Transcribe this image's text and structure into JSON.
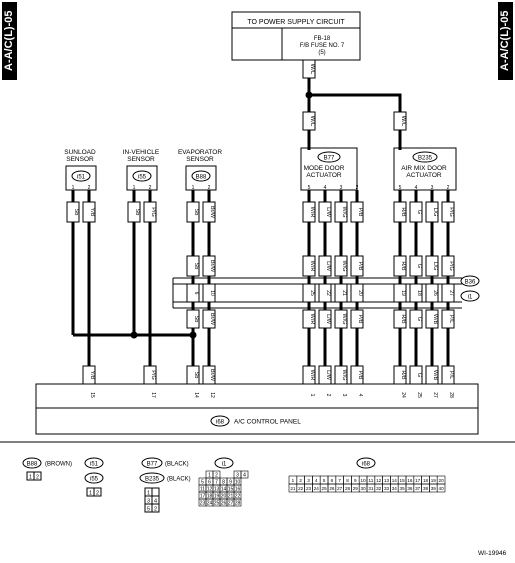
{
  "side_tab": "A-A/C(L)-05",
  "power": {
    "title": "TO POWER SUPPLY CIRCUIT",
    "fuse_line1": "FB-18",
    "fuse_line2": "F/B FUSE NO. 7",
    "fuse_line3": "(5)",
    "wire": "W/L"
  },
  "components": {
    "sunload": {
      "label_line1": "SUNLOAD",
      "label_line2": "SENSOR",
      "id": "i51",
      "pins": [
        "1",
        "2"
      ],
      "wires": [
        "Sb",
        "Y/B"
      ]
    },
    "invehicle": {
      "label_line1": "IN-VEHICLE",
      "label_line2": "SENSOR",
      "id": "i55",
      "pins": [
        "1",
        "2"
      ],
      "wires": [
        "Sb",
        "P/G"
      ]
    },
    "evaporator": {
      "label_line1": "EVAPORATOR",
      "label_line2": "SENSOR",
      "id": "B88",
      "pins": [
        "1",
        "2"
      ],
      "wires": [
        "Sb",
        "Br/W"
      ]
    },
    "mode": {
      "label_line1": "MODE DOOR",
      "label_line2": "ACTUATOR",
      "id": "B77",
      "pins": [
        "5",
        "4",
        "3",
        "2",
        "1"
      ],
      "wires": [
        "W/R",
        "L/W",
        "W/G",
        "P/B"
      ],
      "power_wire": "W/L"
    },
    "airmix": {
      "label_line1": "AIR MIX DOOR",
      "label_line2": "ACTUATOR",
      "id": "B235",
      "pins": [
        "5",
        "4",
        "3",
        "2",
        "1"
      ],
      "wires": [
        "R/B",
        "G",
        "L/G",
        "P/G"
      ],
      "power_wire": "W/L"
    }
  },
  "b36_label": "B36",
  "i1_label": "i1",
  "i1_pins_evap": [
    "6",
    "10"
  ],
  "i1_pins_mode": [
    "25",
    "22",
    "21",
    "20"
  ],
  "i1_pins_airmix": [
    "19",
    "18",
    "26",
    "27"
  ],
  "i1_wires_evap": [
    "Sb",
    "Br/W"
  ],
  "i1_wires_mode": [
    "W/R",
    "L/W",
    "W/G",
    "P/B"
  ],
  "i1_wires_airmix": [
    "R/B",
    "G",
    "W/B",
    "P/L"
  ],
  "panel": {
    "id": "i68",
    "label": "A/C CONTROL PANEL",
    "pins": [
      "15",
      "17",
      "14",
      "12",
      "1",
      "2",
      "3",
      "4",
      "24",
      "25",
      "27",
      "28"
    ],
    "wires": [
      "Y/B",
      "P/G",
      "Sb",
      "Br/W",
      "W/R",
      "L/W",
      "W/G",
      "P/B",
      "R/B",
      "G",
      "W/B",
      "P/L"
    ]
  },
  "legend": {
    "b88": "B88",
    "b88_color": "(BROWN)",
    "i51": "i51",
    "i55": "i55",
    "b77": "B77",
    "b77_color": "(BLACK)",
    "b235": "B235",
    "b235_color": "(BLACK)",
    "i1": "i1",
    "i68": "i68",
    "pins_2": [
      "1",
      "2"
    ],
    "pins_b77": [
      "1",
      "2",
      "3",
      "4",
      "5"
    ],
    "i1_rows": [
      [
        "1",
        "2",
        "3",
        "4"
      ],
      [
        "5",
        "6",
        "7",
        "8",
        "9",
        "10"
      ],
      [
        "11",
        "12",
        "13",
        "14",
        "15",
        "16"
      ],
      [
        "17",
        "18",
        "19",
        "20",
        "21",
        "22"
      ],
      [
        "23",
        "24",
        "25",
        "26",
        "27",
        "28"
      ]
    ],
    "i68_rows": [
      [
        "1",
        "2",
        "3",
        "4",
        "5",
        "6",
        "7",
        "8",
        "9",
        "10",
        "11",
        "12",
        "13",
        "14",
        "15",
        "16",
        "17",
        "18",
        "19",
        "20"
      ],
      [
        "21",
        "22",
        "23",
        "24",
        "25",
        "26",
        "27",
        "28",
        "29",
        "30",
        "31",
        "32",
        "33",
        "34",
        "35",
        "36",
        "37",
        "38",
        "39",
        "40"
      ]
    ]
  },
  "footer_id": "WI-19946"
}
